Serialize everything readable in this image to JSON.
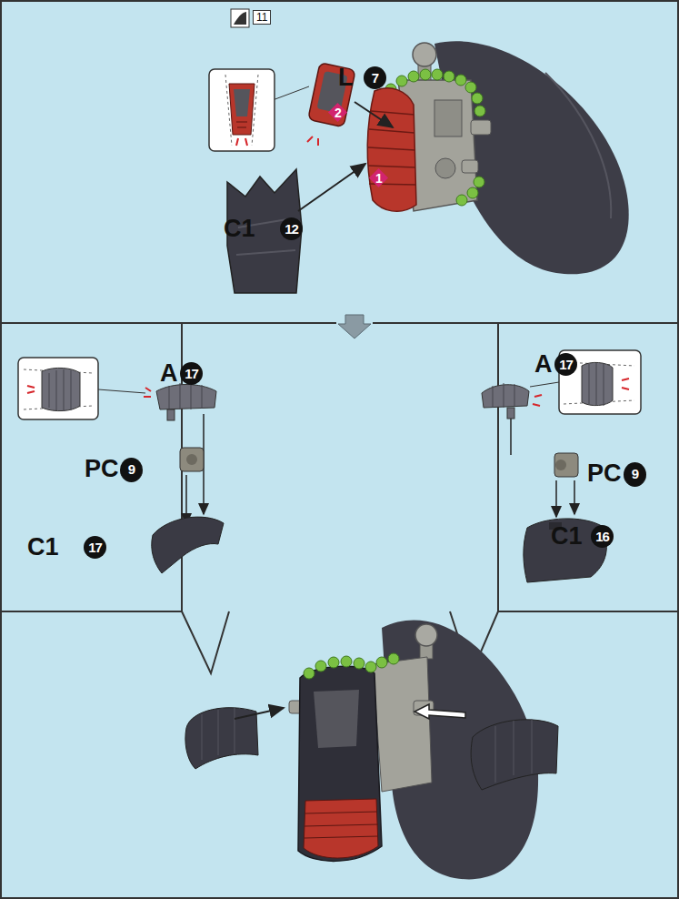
{
  "diagram": {
    "labels": [
      "11",
      "L",
      "7",
      "2",
      "1",
      "C1",
      "12",
      "A",
      "17",
      "PC",
      "9",
      "C1",
      "17",
      "A",
      "17",
      "PC",
      "9",
      "C1",
      "16"
    ]
  }
}
